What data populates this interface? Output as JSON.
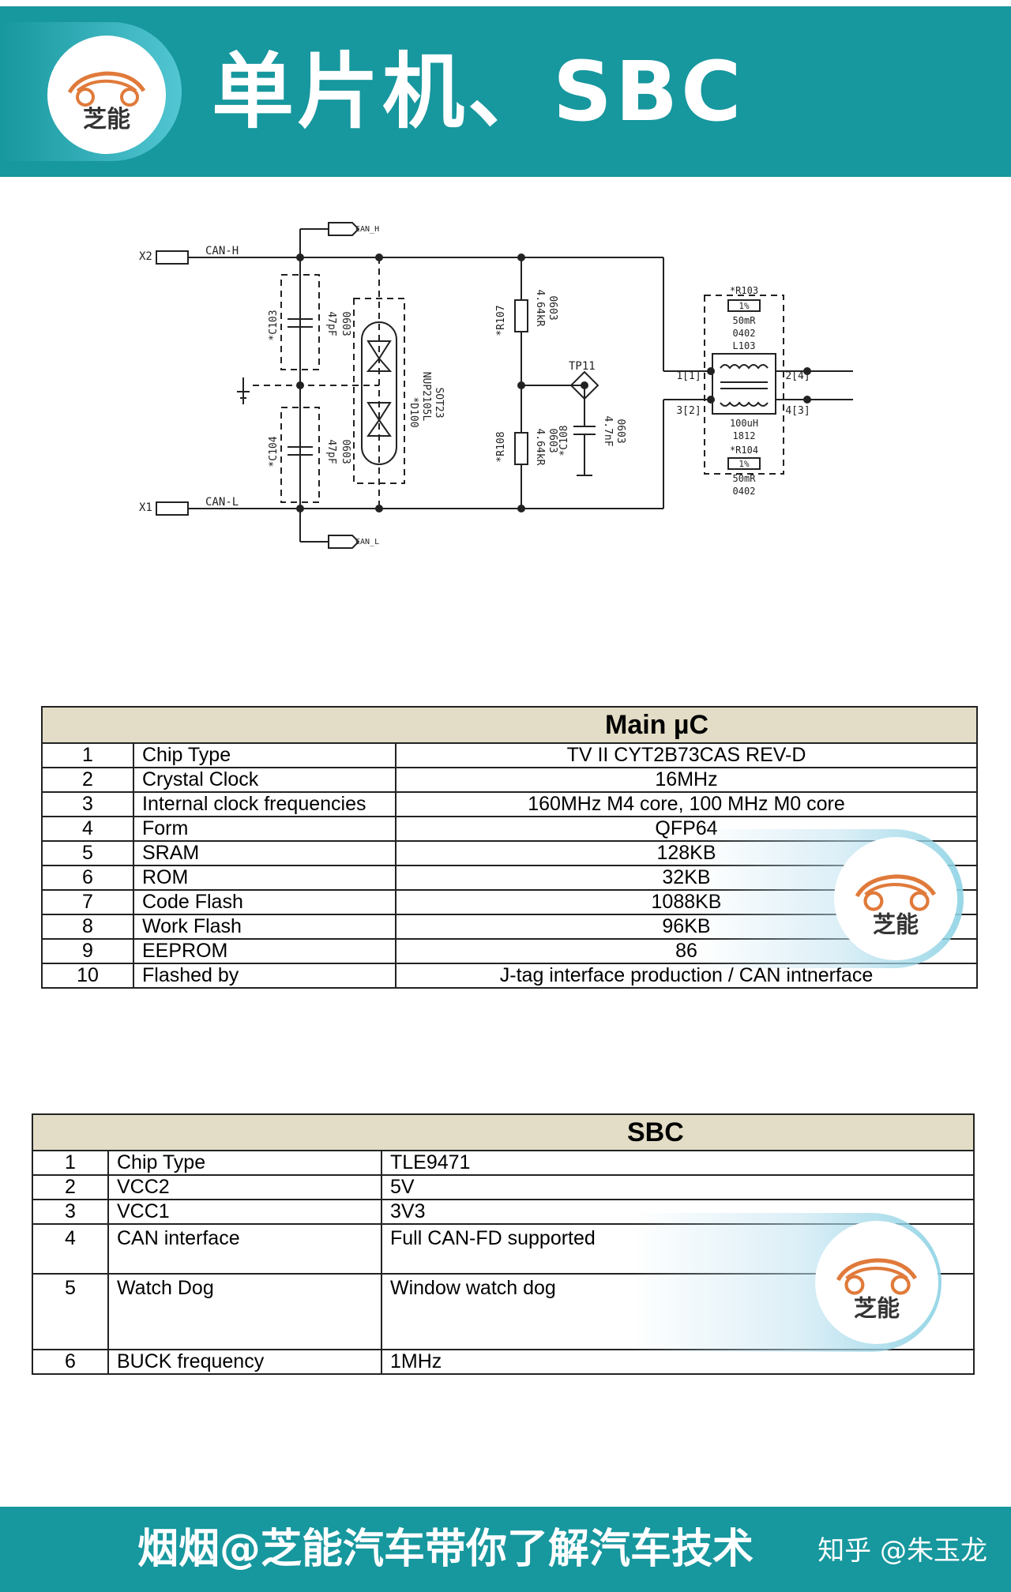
{
  "header": {
    "title": "单片机、SBC",
    "logo_text": "芝能"
  },
  "schematic": {
    "labels": {
      "x2": "X2",
      "x1": "X1",
      "can_h": "CAN-H",
      "can_l": "CAN-L",
      "can_h_port": "CAN_H",
      "can_l_port": "CAN_L",
      "c103": "*C103",
      "c103_val": "47pF",
      "c103_pkg": "0603",
      "c104": "*C104",
      "c104_val": "47pF",
      "c104_pkg": "0603",
      "d100": "*D100",
      "d100_part": "NUP2105L",
      "d100_pkg": "SOT23",
      "r107": "*R107",
      "r107_val": "4.64kR",
      "r107_pkg": "0603",
      "r108": "*R108",
      "r108_val": "4.64kR",
      "r108_pkg": "0603",
      "c108": "*C108",
      "c108_val": "4.7nF",
      "c108_pkg": "0603",
      "tp11": "TP11",
      "r103": "*R103",
      "r103_tol": "1%",
      "r103_val": "50mR",
      "r103_pkg": "0402",
      "l103": "L103",
      "l103_val": "100uH",
      "l103_pkg": "1812",
      "r104": "*R104",
      "r104_tol": "1%",
      "r104_val": "50mR",
      "r104_pkg": "0402",
      "pin1": "1[1]",
      "pin2": "2[4]",
      "pin3": "3[2]",
      "pin4": "4[3]"
    }
  },
  "main_uc": {
    "title": "Main µC",
    "rows": [
      {
        "idx": "1",
        "param": "Chip Type",
        "value": "TV II CYT2B73CAS REV-D"
      },
      {
        "idx": "2",
        "param": "Crystal Clock",
        "value": "16MHz"
      },
      {
        "idx": "3",
        "param": "Internal clock frequencies",
        "value": "160MHz M4 core, 100 MHz M0 core"
      },
      {
        "idx": "4",
        "param": "Form",
        "value": "QFP64"
      },
      {
        "idx": "5",
        "param": "SRAM",
        "value": "128KB"
      },
      {
        "idx": "6",
        "param": "ROM",
        "value": "32KB"
      },
      {
        "idx": "7",
        "param": "Code Flash",
        "value": "1088KB"
      },
      {
        "idx": "8",
        "param": "Work Flash",
        "value": "96KB"
      },
      {
        "idx": "9",
        "param": "EEPROM",
        "value": "86"
      },
      {
        "idx": "10",
        "param": "Flashed by",
        "value": "J-tag interface production / CAN intnerface"
      }
    ]
  },
  "sbc": {
    "title": "SBC",
    "rows": [
      {
        "idx": "1",
        "param": "Chip Type",
        "value": "TLE9471"
      },
      {
        "idx": "2",
        "param": "VCC2",
        "value": "5V"
      },
      {
        "idx": "3",
        "param": "VCC1",
        "value": "3V3"
      },
      {
        "idx": "4",
        "param": "CAN interface",
        "value": "Full CAN-FD supported"
      },
      {
        "idx": "5",
        "param": "Watch Dog",
        "value": "Window watch dog"
      },
      {
        "idx": "6",
        "param": "BUCK frequency",
        "value": "1MHz"
      }
    ]
  },
  "watermark": {
    "logo_text": "芝能"
  },
  "footer": {
    "slogan": "烟烟@芝能汽车带你了解汽车技术",
    "credit": "知乎 @朱玉龙"
  },
  "colors": {
    "brand_teal": "#17979e",
    "logo_orange": "#e07a3a",
    "table_header": "#e3ddc7"
  }
}
